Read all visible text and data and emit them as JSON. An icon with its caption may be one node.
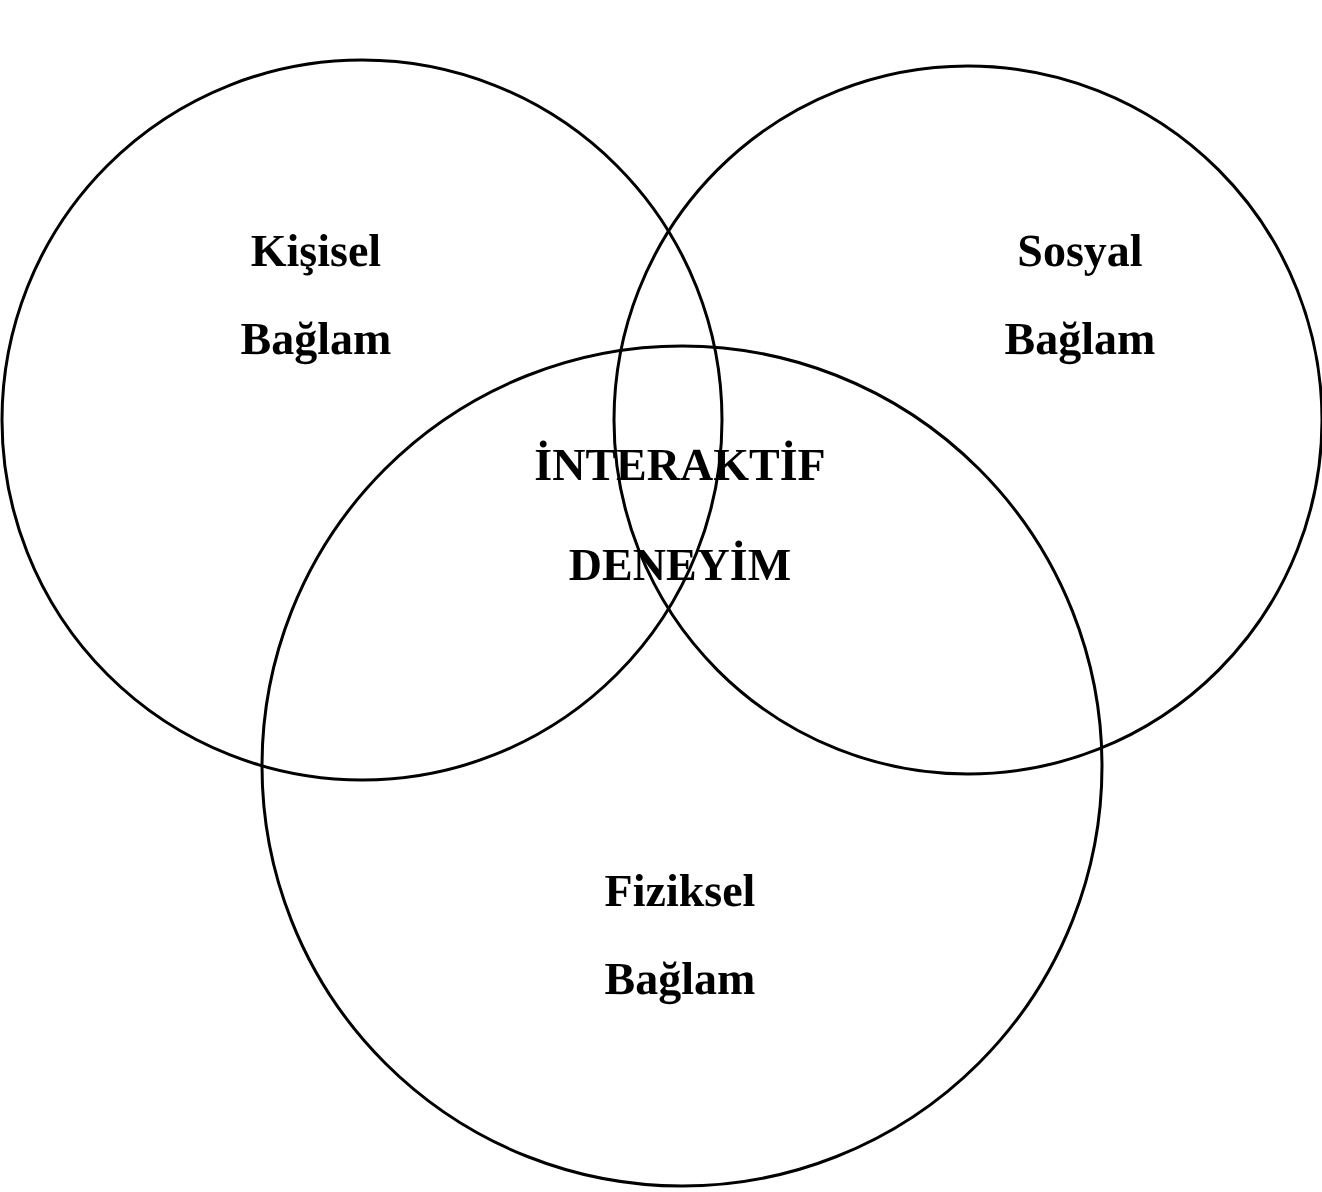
{
  "diagram": {
    "nodes": [
      {
        "text": [
          "Kişisel Bağlam"
        ]
      },
      {
        "text": [
          "Sosyal Bağlam"
        ]
      },
      {
        "text": [
          "Fiziksel Bağlam"
        ]
      }
    ],
    "labels": [
      "İNTERAKTİF DENEYİM"
    ]
  }
}
